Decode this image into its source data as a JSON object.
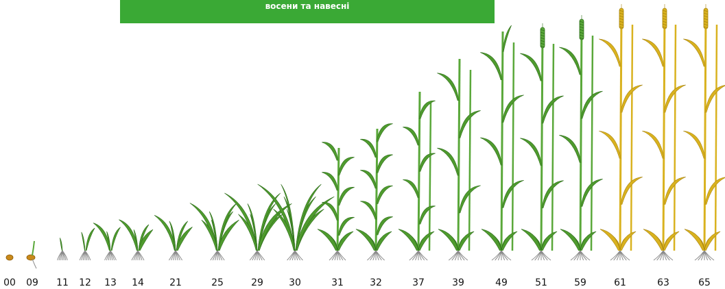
{
  "banner": {
    "text": "восени та  навесні"
  },
  "colors": {
    "banner": "#3aa935",
    "leaf_green": "#4f9b2e",
    "leaf_dark": "#2f6f1c",
    "stem_green": "#5aa83a",
    "ripe_yellow": "#d9b21f",
    "ripe_dark": "#a88410",
    "root": "#8a8a8a",
    "seed": "#c98a1b"
  },
  "stages": [
    {
      "code": "00",
      "kind": "seed"
    },
    {
      "code": "09",
      "kind": "sprout"
    },
    {
      "code": "11",
      "kind": "leaf",
      "leaves": 1
    },
    {
      "code": "12",
      "kind": "leaf",
      "leaves": 2
    },
    {
      "code": "13",
      "kind": "leaf",
      "leaves": 3
    },
    {
      "code": "14",
      "kind": "leaf",
      "leaves": 4
    },
    {
      "code": "21",
      "kind": "tiller",
      "leaves": 5
    },
    {
      "code": "25",
      "kind": "tiller",
      "leaves": 7
    },
    {
      "code": "29",
      "kind": "tiller",
      "leaves": 8
    },
    {
      "code": "30",
      "kind": "tiller",
      "leaves": 9
    },
    {
      "code": "31",
      "kind": "stem",
      "leaves": 9
    },
    {
      "code": "32",
      "kind": "stem",
      "leaves": 10
    },
    {
      "code": "37",
      "kind": "stem",
      "leaves": 8
    },
    {
      "code": "39",
      "kind": "stem",
      "leaves": 7
    },
    {
      "code": "49",
      "kind": "boot",
      "leaves": 7
    },
    {
      "code": "51",
      "kind": "ear",
      "leaves": 7
    },
    {
      "code": "59",
      "kind": "ear",
      "leaves": 7
    },
    {
      "code": "61",
      "kind": "ripe",
      "leaves": 7
    },
    {
      "code": "63",
      "kind": "ripe",
      "leaves": 7
    },
    {
      "code": "65",
      "kind": "ripe",
      "leaves": 7
    }
  ]
}
